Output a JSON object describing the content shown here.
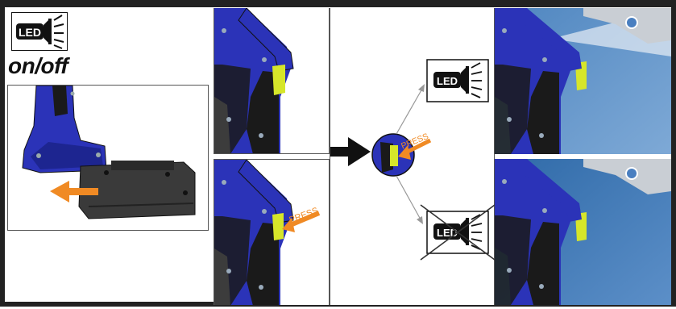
{
  "header": {
    "led_label": "LED",
    "mode_label": "on/off"
  },
  "press_label": "PRESS",
  "outcomes": [
    {
      "label": "LED",
      "state": "on"
    },
    {
      "label": "LED",
      "state": "off"
    }
  ],
  "colors": {
    "tool_blue": "#2b33b8",
    "grip_black": "#1a1a1a",
    "trigger_yellow": "#d6e62a",
    "arrow_orange": "#f08a24",
    "frame": "#222222",
    "sky_blue": "#2f6aa8"
  },
  "icons": [
    "flashlight-icon",
    "arrow-right-icon",
    "press-arrow-icon",
    "slide-out-arrow-icon",
    "cross-out-icon"
  ]
}
